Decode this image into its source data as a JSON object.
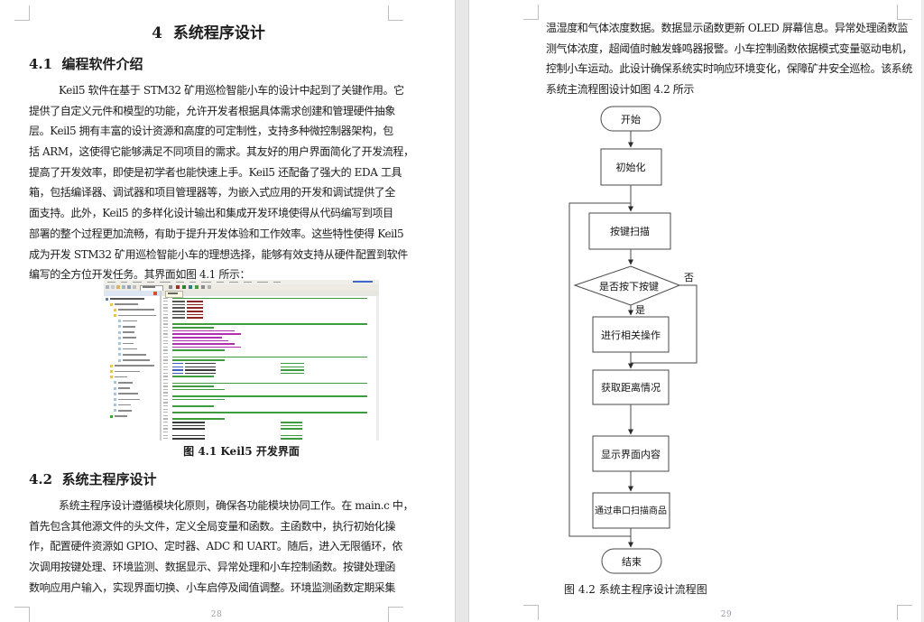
{
  "left_page": {
    "chapter_title": "4  系统程序设计",
    "section_41": {
      "heading": "4.1  编程软件介绍",
      "lines": [
        "Keil5 软件在基于 STM32 矿用巡检智能小车的设计中起到了关键作用。它",
        "提供了自定义元件和模型的功能，允许开发者根据具体需求创建和管理硬件抽象",
        "层。Keil5 拥有丰富的设计资源和高度的可定制性，支持多种微控制器架构，包",
        "括 ARM，这使得它能够满足不同项目的需求。其友好的用户界面简化了开发流程，",
        "提高了开发效率，即使是初学者也能快速上手。Keil5 还配备了强大的 EDA 工具",
        "箱，包括编译器、调试器和项目管理器等，为嵌入式应用的开发和调试提供了全",
        "面支持。此外，Keil5 的多样化设计输出和集成开发环境使得从代码编写到项目",
        "部署的整个过程更加流畅，有助于提升开发体验和工作效率。这些特性使得 Keil5",
        "成为开发 STM32 矿用巡检智能小车的理想选择，能够有效支持从硬件配置到软件",
        "编写的全方位开发任务。其界面如图 4.1 所示："
      ]
    },
    "figure_41": {
      "caption": "图 4.1 Keil5 开发界面"
    },
    "section_42": {
      "heading": "4.2  系统主程序设计",
      "lines": [
        "系统主程序设计遵循模块化原则，确保各功能模块协同工作。在 main.c 中，",
        "首先包含其他源文件的头文件，定义全局变量和函数。主函数中，执行初始化操",
        "作，配置硬件资源如 GPIO、定时器、ADC 和 UART。随后，进入无限循环，依",
        "次调用按键处理、环境监测、数据显示、异常处理和小车控制函数。按键处理函",
        "数响应用户输入，实现界面切换、小车启停及阈值调整。环境监测函数定期采集"
      ]
    },
    "page_number": "28"
  },
  "right_page": {
    "lines": [
      "温湿度和气体浓度数据。数据显示函数更新 OLED 屏幕信息。异常处理函数监",
      "测气体浓度，超阈值时触发蜂鸣器报警。小车控制函数依据模式变量驱动电机，",
      "控制小车运动。此设计确保系统实时响应环境变化，保障矿井安全巡检。该系统",
      "系统主流程图设计如图 4.2 所示"
    ],
    "figure_42": {
      "caption": "图 4.2 系统主程序设计流程图",
      "flowchart": {
        "start": "开始",
        "init": "初始化",
        "key_scan": "按键扫描",
        "decision": "是否按下按键",
        "label_yes": "是",
        "label_no": "否",
        "operate": "进行相关操作",
        "distance": "获取距离情况",
        "display": "显示界面内容",
        "serial_scan": "通过串口扫描商品",
        "end": "结束"
      }
    },
    "page_number": "29"
  }
}
